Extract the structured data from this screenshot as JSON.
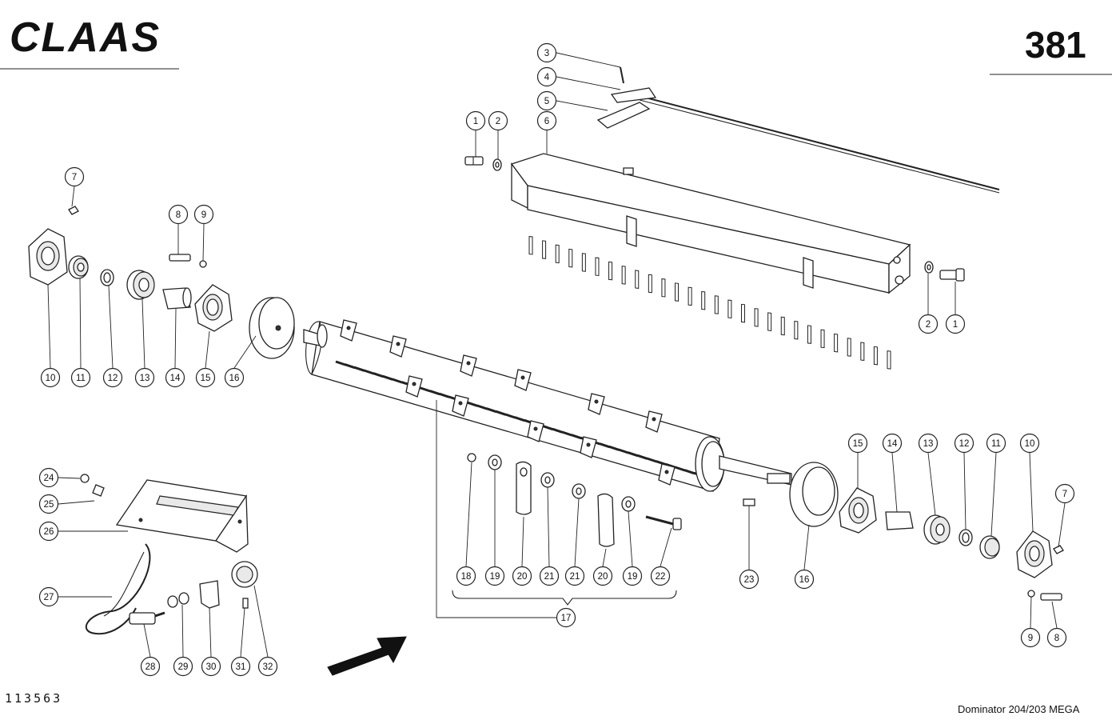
{
  "header": {
    "brand_logo": "CLAAS",
    "page_number": "381"
  },
  "footer": {
    "drawing_number": "113563",
    "model": "Dominator 204/203 MEGA"
  },
  "icons": {
    "direction_arrow": "arrow-icon"
  },
  "colors": {
    "ink": "#222222",
    "paper": "#ffffff"
  },
  "callouts": [
    {
      "label": "3"
    },
    {
      "label": "4"
    },
    {
      "label": "5"
    },
    {
      "label": "1"
    },
    {
      "label": "2"
    },
    {
      "label": "6"
    },
    {
      "label": "2"
    },
    {
      "label": "1"
    },
    {
      "label": "7"
    },
    {
      "label": "8"
    },
    {
      "label": "9"
    },
    {
      "label": "10"
    },
    {
      "label": "11"
    },
    {
      "label": "12"
    },
    {
      "label": "13"
    },
    {
      "label": "14"
    },
    {
      "label": "15"
    },
    {
      "label": "16"
    },
    {
      "label": "15"
    },
    {
      "label": "14"
    },
    {
      "label": "13"
    },
    {
      "label": "12"
    },
    {
      "label": "11"
    },
    {
      "label": "10"
    },
    {
      "label": "7"
    },
    {
      "label": "9"
    },
    {
      "label": "8"
    },
    {
      "label": "18"
    },
    {
      "label": "19"
    },
    {
      "label": "20"
    },
    {
      "label": "21"
    },
    {
      "label": "21"
    },
    {
      "label": "20"
    },
    {
      "label": "19"
    },
    {
      "label": "22"
    },
    {
      "label": "17"
    },
    {
      "label": "23"
    },
    {
      "label": "16"
    },
    {
      "label": "24"
    },
    {
      "label": "25"
    },
    {
      "label": "26"
    },
    {
      "label": "27"
    },
    {
      "label": "28"
    },
    {
      "label": "29"
    },
    {
      "label": "30"
    },
    {
      "label": "31"
    },
    {
      "label": "32"
    }
  ]
}
